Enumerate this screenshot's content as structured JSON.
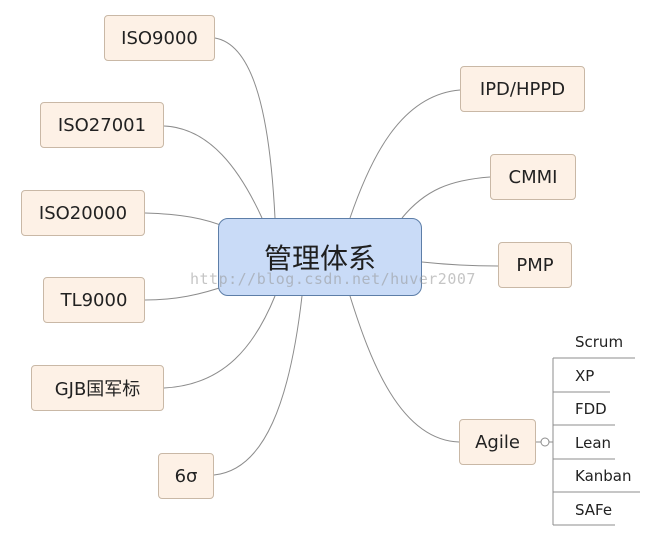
{
  "center": {
    "label": "管理体系"
  },
  "left_nodes": [
    {
      "label": "ISO9000"
    },
    {
      "label": "ISO27001"
    },
    {
      "label": "ISO20000"
    },
    {
      "label": "TL9000"
    },
    {
      "label": "GJB国军标"
    },
    {
      "label": "6σ"
    }
  ],
  "right_nodes": [
    {
      "label": "IPD/HPPD"
    },
    {
      "label": "CMMI"
    },
    {
      "label": "PMP"
    },
    {
      "label": "Agile"
    }
  ],
  "agile_children": [
    {
      "label": "Scrum"
    },
    {
      "label": "XP"
    },
    {
      "label": "FDD"
    },
    {
      "label": "Lean"
    },
    {
      "label": "Kanban"
    },
    {
      "label": "SAFe"
    }
  ],
  "watermark": "http://blog.csdn.net/huver2007",
  "colors": {
    "center_fill": "#c9dbf7",
    "node_fill": "#fdf1e6",
    "line": "#8c8c8c"
  }
}
